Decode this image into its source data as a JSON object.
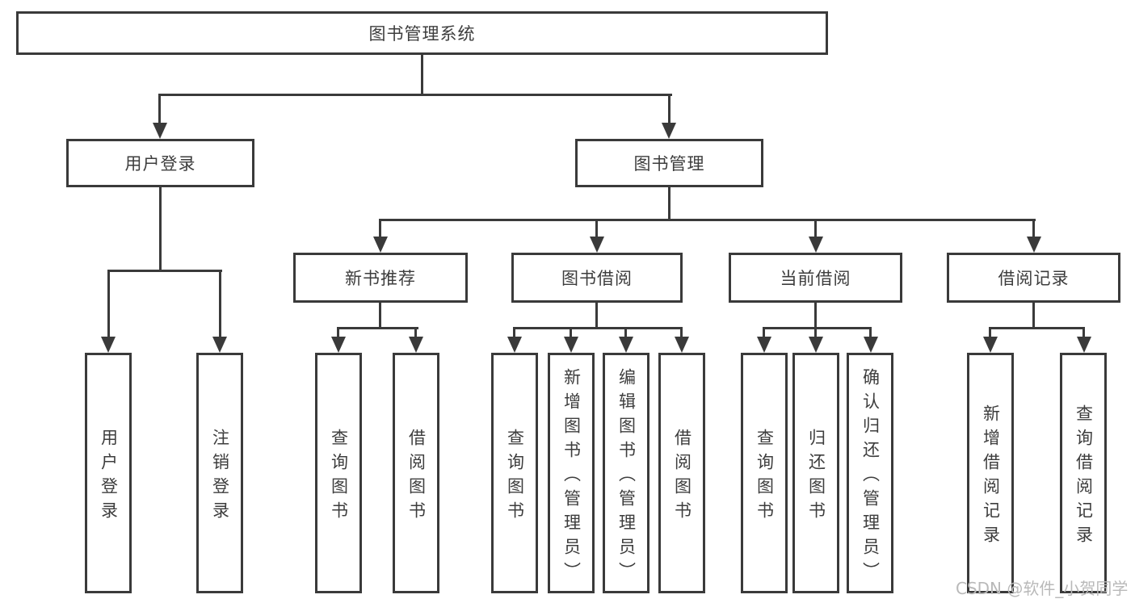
{
  "diagram": {
    "type": "hierarchy-flowchart",
    "tree": {
      "label": "图书管理系统",
      "children": [
        {
          "label": "用户登录",
          "children": [
            {
              "label": "用户登录"
            },
            {
              "label": "注销登录"
            }
          ]
        },
        {
          "label": "图书管理",
          "children": [
            {
              "label": "新书推荐",
              "children": [
                {
                  "label": "查询图书"
                },
                {
                  "label": "借阅图书"
                }
              ]
            },
            {
              "label": "图书借阅",
              "children": [
                {
                  "label": "查询图书"
                },
                {
                  "label": "新增图书（管理员）"
                },
                {
                  "label": "编辑图书（管理员）"
                },
                {
                  "label": "借阅图书"
                }
              ]
            },
            {
              "label": "当前借阅",
              "children": [
                {
                  "label": "查询图书"
                },
                {
                  "label": "归还图书"
                },
                {
                  "label": "确认归还（管理员）"
                }
              ]
            },
            {
              "label": "借阅记录",
              "children": [
                {
                  "label": "新增借阅记录"
                },
                {
                  "label": "查询借阅记录"
                }
              ]
            }
          ]
        }
      ]
    },
    "colors": {
      "line": "#3a3a3a",
      "text": "#3d3d3d",
      "box_fill": "#ffffff",
      "background": "#ffffff",
      "watermark": "#b9b9b9"
    }
  },
  "watermark": {
    "text": "CSDN @软件_小贺同学"
  }
}
